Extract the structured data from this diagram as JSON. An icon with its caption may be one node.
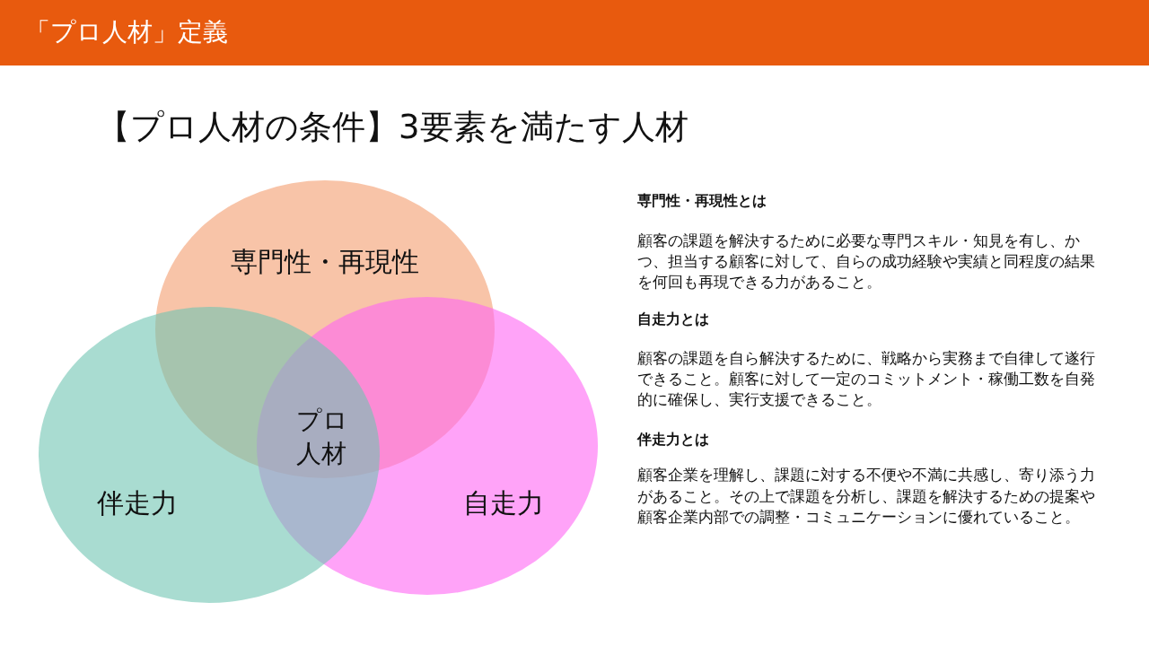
{
  "diagram": {
    "title": "「プロ人材」定義",
    "nodes": [
      {
        "text": [
          "専門性・再現性"
        ]
      },
      {
        "text": [
          "伴走力"
        ]
      },
      {
        "text": [
          "自走力"
        ]
      }
    ],
    "labels": [
      "【プロ人材の条件】3要素を満たす人材",
      "プロ人材",
      "専門性・再現性とは",
      "顧客の課題を解決するために必要な専門スキル・知見を有し、かつ、担当する顧客に対して、自らの成功経験や実績と同程度の結果を何回も再現できる力があること。",
      "自走力とは",
      "顧客の課題を自ら解決するために、戦略から実務まで自律して遂行できること。顧客に対して一定のコミットメント・稼働工数を自発的に確保し、実行支援できること。",
      "伴走力とは",
      "顧客企業を理解し、課題に対する不便や不満に共感し、寄り添う力があること。その上で課題を分析し、課題を解決するための提案や顧客企業内部での調整・コミュニケーションに優れていること。"
    ]
  }
}
